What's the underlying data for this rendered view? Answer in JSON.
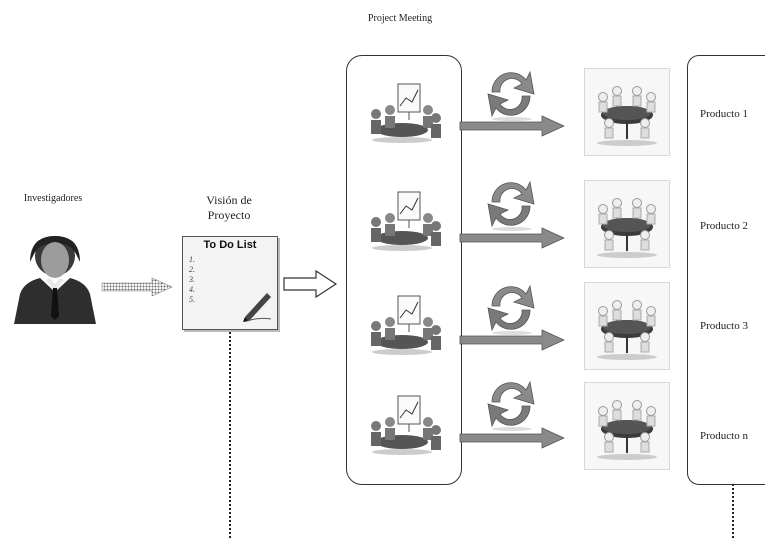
{
  "labels": {
    "investigadores": "Investigadores",
    "vision": "Visión de Proyecto",
    "meeting": "Project Meeting"
  },
  "todo": {
    "title": "To Do List",
    "items": [
      "1.",
      "2.",
      "3.",
      "4.",
      "5."
    ]
  },
  "products": [
    {
      "label": "Producto 1"
    },
    {
      "label": "Producto 2"
    },
    {
      "label": "Producto 3"
    },
    {
      "label": "Producto n"
    }
  ],
  "icons": {
    "investigator": "person-silhouette-icon",
    "meeting": "meeting-presentation-icon",
    "cycle": "refresh-cycle-icon",
    "team": "team-round-table-icon",
    "pen": "pen-icon"
  },
  "colors": {
    "arrow_fill": "#8a8a8a",
    "arrow_edge": "#555555",
    "box_border": "#333333",
    "silhouette": "#444444"
  }
}
